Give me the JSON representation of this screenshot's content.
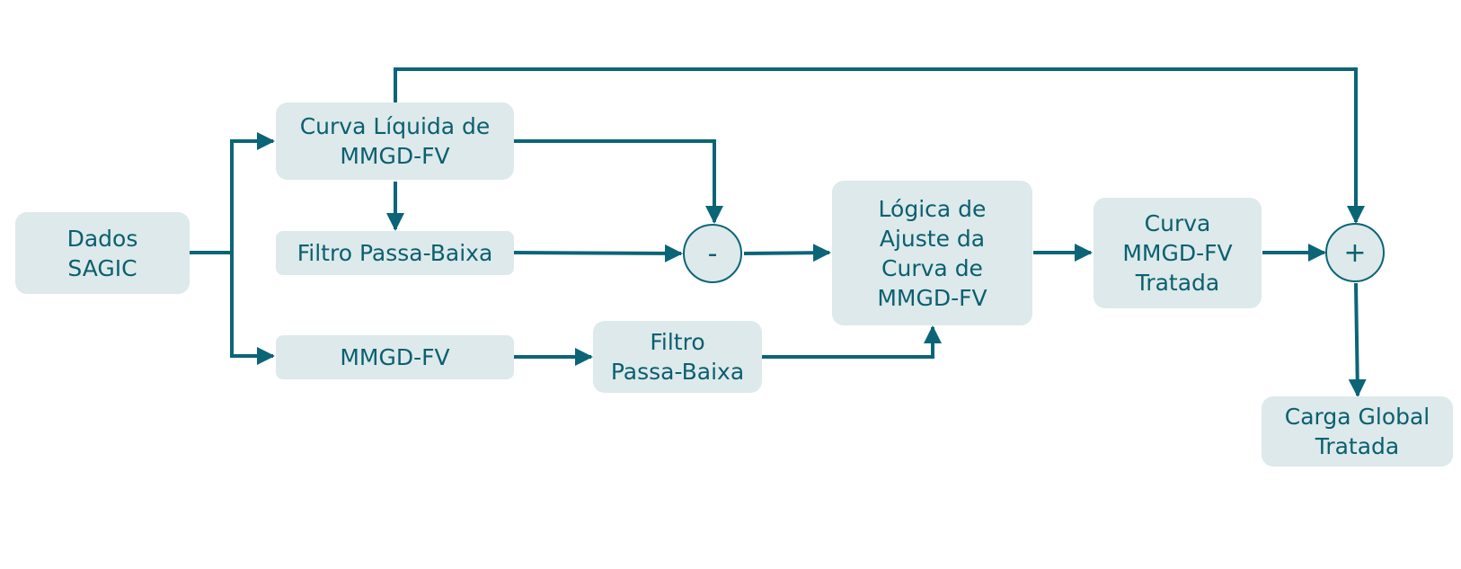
{
  "colors": {
    "box_fill": "#dde9ea",
    "text": "#0b5f70",
    "line": "#0b6577",
    "background": "#ffffff"
  },
  "nodes": {
    "dados": "Dados\nSAGIC",
    "curva_liquida": "Curva Líquida de\nMMGD-FV",
    "filtro_pb_1": "Filtro Passa-Baixa",
    "mmgd_fv": "MMGD-FV",
    "filtro_pb_2": "Filtro\nPassa-Baixa",
    "logica": "Lógica de\nAjuste da\nCurva de\nMMGD-FV",
    "curva_tratada": "Curva\nMMGD-FV\nTratada",
    "carga_global": "Carga Global\nTratada"
  },
  "operators": {
    "minus": "-",
    "plus": "+"
  }
}
